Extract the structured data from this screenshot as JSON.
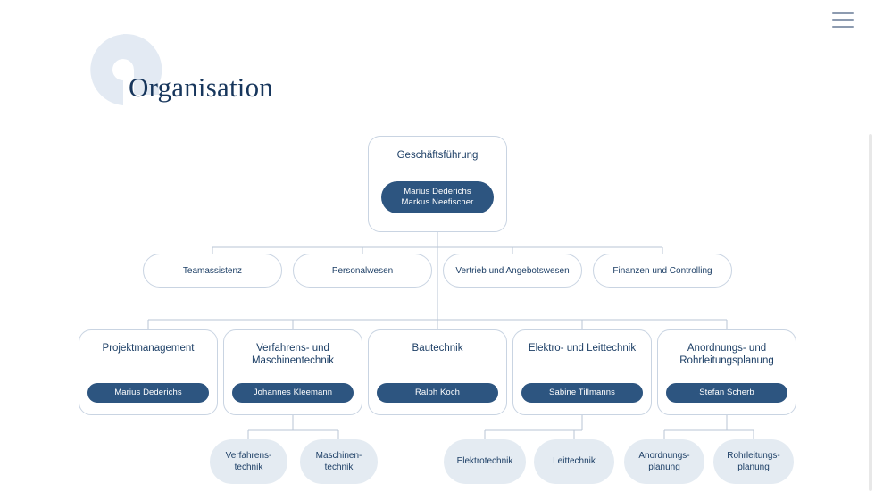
{
  "header": {
    "menu_icon": "hamburger-menu-icon",
    "title": "Organisation"
  },
  "colors": {
    "navy_text": "#1d3f66",
    "title_navy": "#17365c",
    "pill_dark": "#2d5580",
    "soft_blue": "#e4ebf2",
    "arc_blue": "#e3eaf3",
    "border": "#c9d4e2",
    "connector": "#b9c6d6",
    "menu_gray": "#8d9bb0"
  },
  "org_chart": {
    "level1": {
      "title": "Geschäftsführung",
      "people": [
        "Marius Dederichs",
        "Markus Neefischer"
      ]
    },
    "level2": [
      {
        "label": "Teamassistenz"
      },
      {
        "label": "Personalwesen"
      },
      {
        "label": "Vertrieb und Angebotswesen"
      },
      {
        "label": "Finanzen und Controlling"
      }
    ],
    "level3": [
      {
        "title": "Projektmanagement",
        "person": "Marius Dederichs",
        "children": []
      },
      {
        "title": "Verfahrens- und Maschinentechnik",
        "person": "Johannes Kleemann",
        "children": [
          "Verfahrens-technik",
          "Maschinen-technik"
        ]
      },
      {
        "title": "Bautechnik",
        "person": "Ralph Koch",
        "children": []
      },
      {
        "title": "Elektro- und Leittechnik",
        "person": "Sabine Tillmanns",
        "children": [
          "Elektrotechnik",
          "Leittechnik"
        ]
      },
      {
        "title": "Anordnungs- und Rohrleitungsplanung",
        "person": "Stefan Scherb",
        "children": [
          "Anordnungs-planung",
          "Rohrleitungs-planung"
        ]
      }
    ],
    "level4": [
      {
        "label": "Verfahrens-\ntechnik"
      },
      {
        "label": "Maschinen-\ntechnik"
      },
      {
        "label": "Elektrotechnik"
      },
      {
        "label": "Leittechnik"
      },
      {
        "label": "Anordnungs-\nplanung"
      },
      {
        "label": "Rohrleitungs-\nplanung"
      }
    ]
  }
}
